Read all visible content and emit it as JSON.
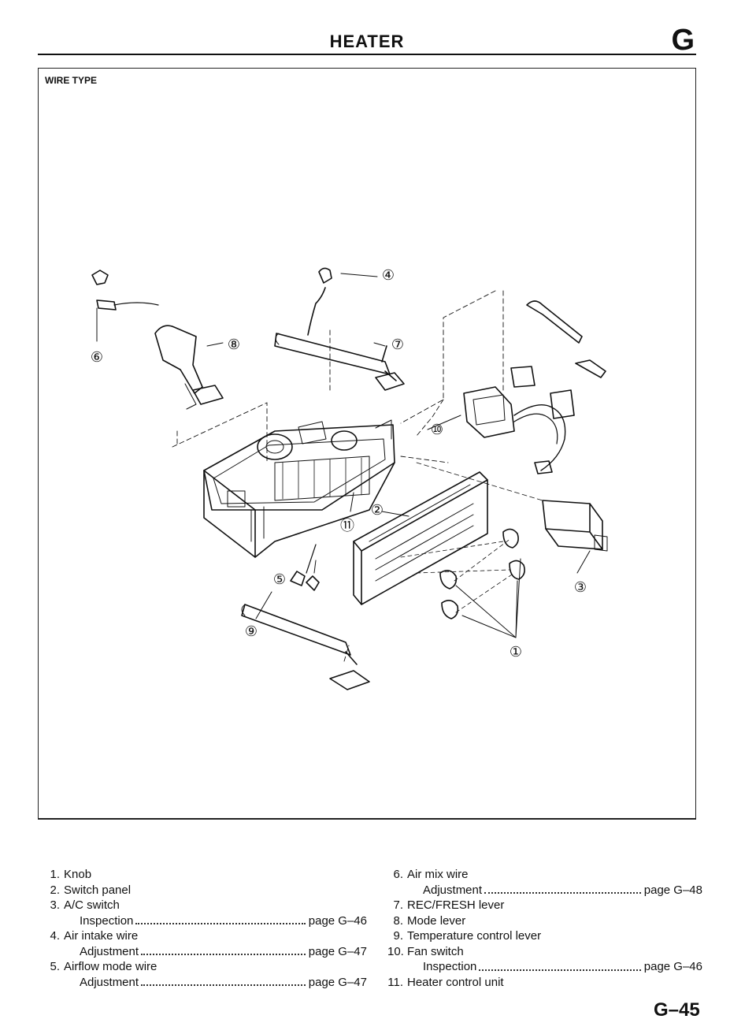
{
  "header": {
    "title": "HEATER",
    "section_letter": "G"
  },
  "figure": {
    "label": "WIRE TYPE",
    "callouts": [
      "①",
      "②",
      "③",
      "④",
      "⑤",
      "⑥",
      "⑦",
      "⑧",
      "⑨",
      "⑩",
      "⑪"
    ]
  },
  "legend": {
    "left": [
      {
        "num": "1.",
        "label": "Knob"
      },
      {
        "num": "2.",
        "label": "Switch panel"
      },
      {
        "num": "3.",
        "label": "A/C switch",
        "sub_label": "Inspection",
        "page": "page G–46"
      },
      {
        "num": "4.",
        "label": "Air intake wire",
        "sub_label": "Adjustment",
        "page": "page G–47"
      },
      {
        "num": "5.",
        "label": "Airflow mode wire",
        "sub_label": "Adjustment",
        "page": "page G–47"
      }
    ],
    "right": [
      {
        "num": "6.",
        "label": "Air mix wire",
        "sub_label": "Adjustment",
        "page": "page G–48"
      },
      {
        "num": "7.",
        "label": "REC/FRESH lever"
      },
      {
        "num": "8.",
        "label": "Mode lever"
      },
      {
        "num": "9.",
        "label": "Temperature control lever"
      },
      {
        "num": "10.",
        "label": "Fan switch",
        "sub_label": "Inspection",
        "page": "page G–46"
      },
      {
        "num": "11.",
        "label": "Heater control unit"
      }
    ]
  },
  "footer": {
    "page_number": "G–45"
  }
}
